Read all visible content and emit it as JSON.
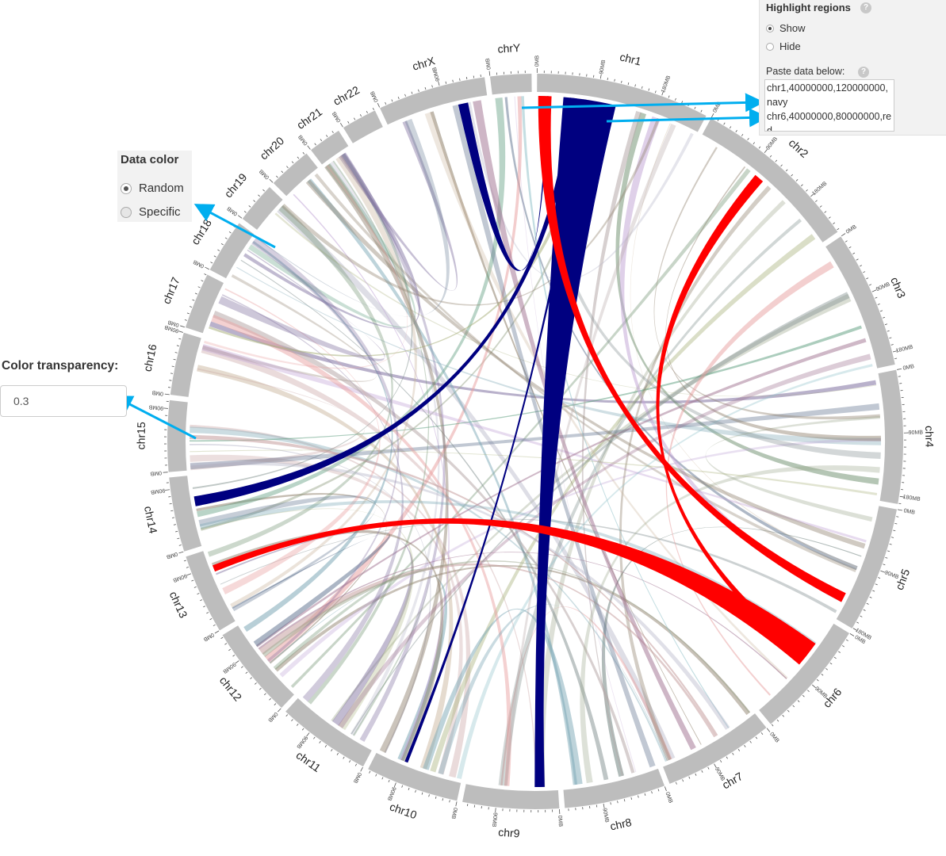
{
  "highlight_panel": {
    "title": "Highlight regions",
    "help_icon": "?",
    "options": [
      "Show",
      "Hide"
    ],
    "selected": "Show",
    "paste_label": "Paste data below:",
    "paste_lines": [
      "chr1,40000000,120000000,navy",
      "chr6,40000000,80000000,red"
    ]
  },
  "data_color_panel": {
    "title": "Data color",
    "options": [
      "Random",
      "Specific"
    ],
    "selected": "Random"
  },
  "transparency": {
    "label": "Color transparency:",
    "value": "0.3"
  },
  "colors": {
    "accent_arrow": "#00aeef",
    "chromosome_band": "#bdbdbd",
    "highlight_navy": "#000080",
    "highlight_red": "#ff0000"
  },
  "chromosomes": [
    {
      "name": "chr1",
      "size_mb": 249
    },
    {
      "name": "chr2",
      "size_mb": 243
    },
    {
      "name": "chr3",
      "size_mb": 198
    },
    {
      "name": "chr4",
      "size_mb": 191
    },
    {
      "name": "chr5",
      "size_mb": 181
    },
    {
      "name": "chr6",
      "size_mb": 171
    },
    {
      "name": "chr7",
      "size_mb": 159
    },
    {
      "name": "chr8",
      "size_mb": 145
    },
    {
      "name": "chr9",
      "size_mb": 138
    },
    {
      "name": "chr10",
      "size_mb": 134
    },
    {
      "name": "chr11",
      "size_mb": 135
    },
    {
      "name": "chr12",
      "size_mb": 133
    },
    {
      "name": "chr13",
      "size_mb": 115
    },
    {
      "name": "chr14",
      "size_mb": 107
    },
    {
      "name": "chr15",
      "size_mb": 102
    },
    {
      "name": "chr16",
      "size_mb": 90
    },
    {
      "name": "chr17",
      "size_mb": 81
    },
    {
      "name": "chr18",
      "size_mb": 78
    },
    {
      "name": "chr19",
      "size_mb": 59
    },
    {
      "name": "chr20",
      "size_mb": 63
    },
    {
      "name": "chr21",
      "size_mb": 48
    },
    {
      "name": "chr22",
      "size_mb": 51
    },
    {
      "name": "chrX",
      "size_mb": 155
    },
    {
      "name": "chrY",
      "size_mb": 59
    }
  ],
  "tick_labels": [
    "0MB",
    "90MB",
    "180MB"
  ],
  "highlight_links": [
    {
      "a": [
        "chr1",
        40,
        120
      ],
      "b": [
        "chr9",
        20,
        35
      ],
      "color": "navy"
    },
    {
      "a": [
        "chr1",
        50,
        60
      ],
      "b": [
        "chr14",
        60,
        75
      ],
      "color": "navy"
    },
    {
      "a": [
        "chr1",
        70,
        75
      ],
      "b": [
        "chr10",
        85,
        90
      ],
      "color": "navy"
    },
    {
      "a": [
        "chrX",
        110,
        125
      ],
      "b": [
        "chr1",
        15,
        18
      ],
      "color": "navy"
    },
    {
      "a": [
        "chr1",
        2,
        22
      ],
      "b": [
        "chr5",
        140,
        155
      ],
      "color": "red"
    },
    {
      "a": [
        "chr6",
        40,
        80
      ],
      "b": [
        "chr13",
        80,
        90
      ],
      "color": "red"
    },
    {
      "a": [
        "chr2",
        100,
        115
      ],
      "b": [
        "chr6",
        60,
        70
      ],
      "color": "red"
    }
  ]
}
